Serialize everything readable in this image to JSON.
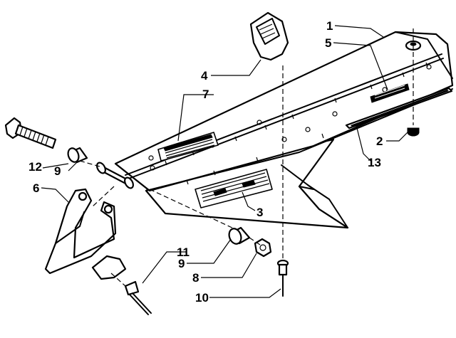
{
  "diagram": {
    "callouts": {
      "c1": "1",
      "c2": "2",
      "c3": "3",
      "c4": "4",
      "c5": "5",
      "c6": "6",
      "c7": "7",
      "c8": "8",
      "c9a": "9",
      "c9b": "9",
      "c10": "10",
      "c11": "11",
      "c12": "12",
      "c13": "13"
    }
  }
}
